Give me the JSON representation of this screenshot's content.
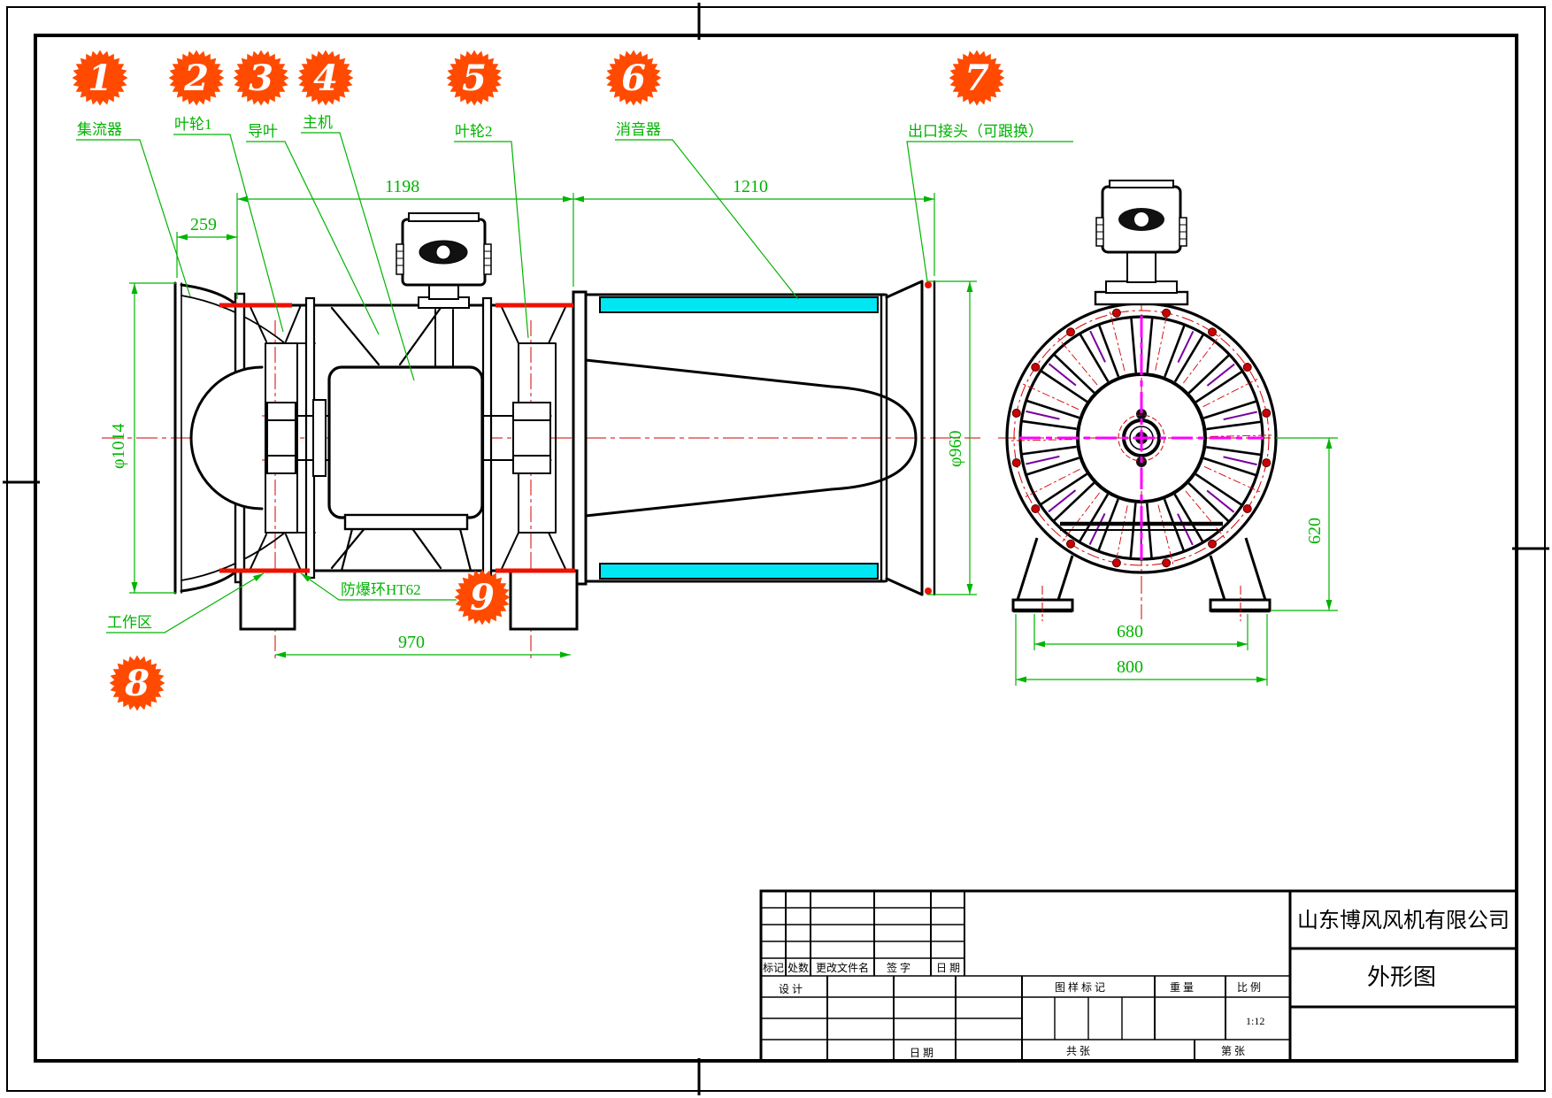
{
  "page": {
    "kind": "fan outline CAD drawing",
    "company": "山东博风风机有限公司",
    "drawing_title": "外形图",
    "scale": "1:12"
  },
  "callouts": [
    {
      "num": "1",
      "label": "集流器"
    },
    {
      "num": "2",
      "label": "叶轮1"
    },
    {
      "num": "3",
      "label": "导叶"
    },
    {
      "num": "4",
      "label": "主机"
    },
    {
      "num": "5",
      "label": "叶轮2"
    },
    {
      "num": "6",
      "label": "消音器"
    },
    {
      "num": "7",
      "label": "出口接头（可跟换）"
    },
    {
      "num": "8",
      "label": "工作区"
    },
    {
      "num": "9",
      "label": "防爆环HT62"
    }
  ],
  "part_labels": {
    "collector": "集流器",
    "impeller1": "叶轮1",
    "guide_vane": "导叶",
    "main_unit": "主机",
    "impeller2": "叶轮2",
    "silencer": "消音器",
    "outlet": "出口接头（可跟换）",
    "work_area": "工作区",
    "ex_ring": "防爆环HT62"
  },
  "dimensions": {
    "d259": "259",
    "d1198": "1198",
    "d1210": "1210",
    "dia1014": "φ1014",
    "dia960": "φ960",
    "d970": "970",
    "d620": "620",
    "d680": "680",
    "d800": "800"
  },
  "title_block": {
    "company": "山东博风风机有限公司",
    "drawing_title": "外形图",
    "mark": "标记",
    "count": "处数",
    "change_file": "更改文件名",
    "signature": "签 字",
    "date": "日 期",
    "design": "设 计",
    "date2": "日 期",
    "drawing_mark": "图 样 标 记",
    "weight": "重 量",
    "scale_label": "比 例",
    "scale_value": "1:12",
    "sheets_total": "共    张",
    "sheet_no": "第    张"
  },
  "colors": {
    "dim_green": "#00b400",
    "centerline_red": "#d40000",
    "ring_red": "#ee1100",
    "silencer_cyan": "#00e6f2",
    "badge_orange": "#ff4a00",
    "magenta": "#ff00ff",
    "vane_purple": "#7a00a0"
  }
}
